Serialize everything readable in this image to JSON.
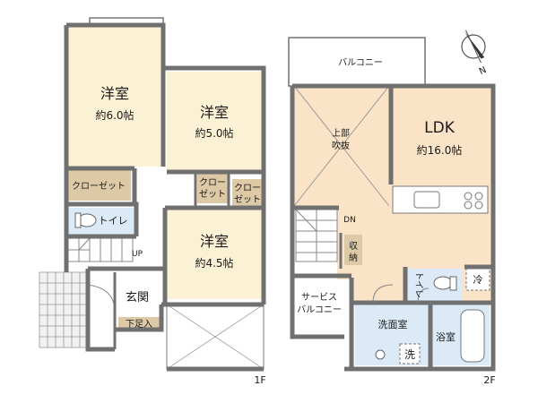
{
  "floor1": {
    "label": "1F",
    "rooms": {
      "youshitsu_a": {
        "name": "洋室",
        "size": "約6.0帖"
      },
      "youshitsu_b": {
        "name": "洋室",
        "size": "約5.0帖"
      },
      "youshitsu_c": {
        "name": "洋室",
        "size": "約4.5帖"
      },
      "closet_wide": "クローゼット",
      "closet_mid_1": "クロー",
      "closet_mid_2": "ゼット",
      "closet_small_1": "クロー",
      "closet_small_2": "ゼット",
      "toilet": "トイレ",
      "up": "UP",
      "genkan": "玄関",
      "shoe_storage": "下足入"
    }
  },
  "floor2": {
    "label": "2F",
    "rooms": {
      "balcony": "バルコニー",
      "void_1": "上部",
      "void_2": "吹抜",
      "ldk": {
        "name": "LDK",
        "size": "約16.0帖"
      },
      "dn": "DN",
      "storage_1": "収",
      "storage_2": "納",
      "toilet": "トイレ",
      "fridge": "冷",
      "service_balcony_1": "サービス",
      "service_balcony_2": "バルコニー",
      "washroom": "洗面室",
      "washer": "洗",
      "bathroom": "浴室"
    }
  },
  "compass": {
    "label": "N"
  },
  "colors": {
    "wall": "#707070",
    "room_cream": "#fbf1d4",
    "ldk_peach": "#fbe3c7",
    "blue_wet": "#dceaf7",
    "closet_tan": "#ddc9a6",
    "white": "#ffffff"
  }
}
